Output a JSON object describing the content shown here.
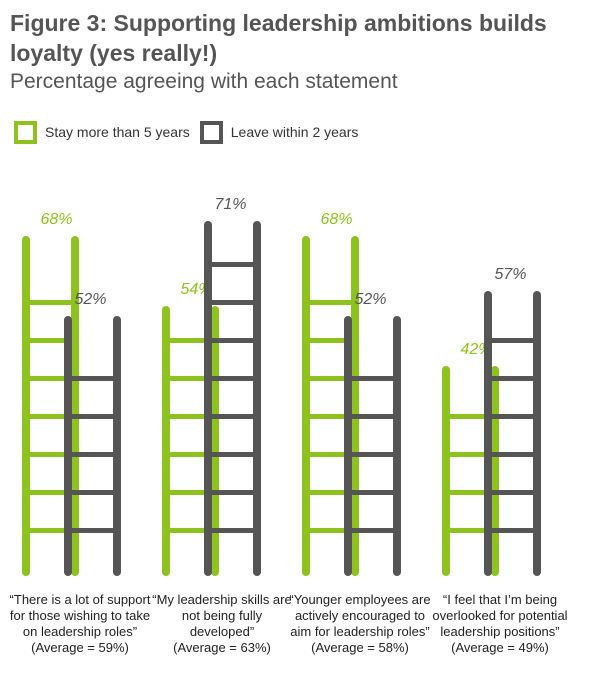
{
  "title": "Figure 3: Supporting leadership ambitions builds loyalty (yes really!)",
  "subtitle": "Percentage agreeing with each statement",
  "colors": {
    "green": "#8dc21f",
    "gray": "#555555"
  },
  "chart_data": {
    "type": "bar",
    "title": "Figure 3: Supporting leadership ambitions builds loyalty (yes really!)",
    "subtitle": "Percentage agreeing with each statement",
    "legend": "top-left",
    "ylim": [
      0,
      75
    ],
    "grid": false,
    "categories": [
      {
        "text": "“There is a lot of support for those wishing to take on leadership roles”",
        "average": "(Average = 59%)"
      },
      {
        "text": "“My leadership skills are not being fully developed”",
        "average": "(Average = 63%)"
      },
      {
        "text": "“Younger employees are actively encouraged to aim for leadership roles”",
        "average": "(Average = 58%)"
      },
      {
        "text": "“I feel that I’m being overlooked for potential leadership positions”",
        "average": "(Average = 49%)"
      }
    ],
    "series": [
      {
        "name": "Stay more than 5 years",
        "color": "#8dc21f",
        "values": [
          68,
          54,
          68,
          42
        ],
        "labels": [
          "68%",
          "54%",
          "68%",
          "42%"
        ]
      },
      {
        "name": "Leave within 2 years",
        "color": "#555555",
        "values": [
          52,
          71,
          52,
          57
        ],
        "labels": [
          "52%",
          "71%",
          "52%",
          "57%"
        ]
      }
    ]
  }
}
